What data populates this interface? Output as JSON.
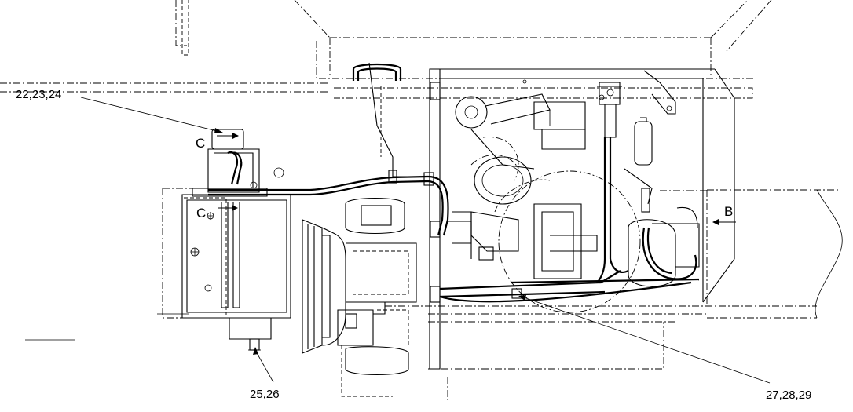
{
  "callouts": {
    "c1": "22,23,24",
    "c2": "25,26",
    "c3": "27,28,29"
  },
  "view_labels": {
    "b": "B",
    "c_upper": "C",
    "c_lower": "C"
  }
}
